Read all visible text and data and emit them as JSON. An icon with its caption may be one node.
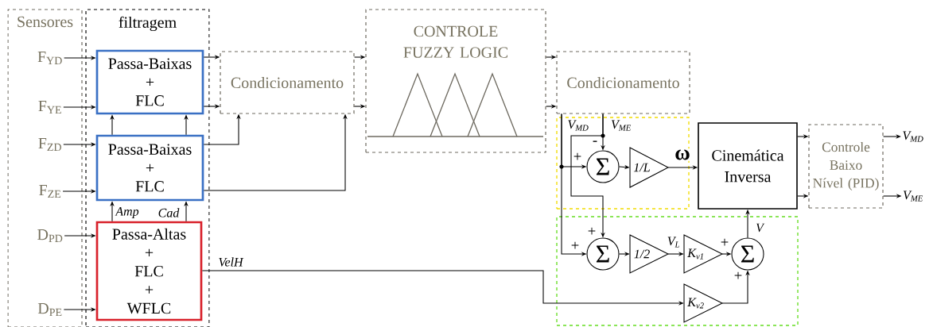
{
  "diagram": {
    "nodes": [
      {
        "text": [
          "Sensores"
        ]
      },
      {
        "text": [
          "filtragem"
        ]
      },
      {
        "text": [
          "F$_{YD}$"
        ],
        "in": 0
      },
      {
        "text": [
          "F$_{YE}$"
        ],
        "in": 0
      },
      {
        "text": [
          "F$_{ZD}$"
        ],
        "in": 0
      },
      {
        "text": [
          "F$_{ZE}$"
        ],
        "in": 0
      },
      {
        "text": [
          "D$_{PD}$"
        ],
        "in": 0
      },
      {
        "text": [
          "D$_{PE}$"
        ],
        "in": 0
      },
      {
        "text": [
          "Passa-Baixas + FLC"
        ],
        "in": 1
      },
      {
        "text": [
          "Passa-Baixas + FLC"
        ],
        "in": 1
      },
      {
        "text": [
          "Passa-Altas + FLC + WFLC"
        ],
        "in": 1
      },
      {
        "text": [
          "Condicionamento"
        ]
      },
      {
        "text": [
          "CONTROLE FUZZY LOGIC"
        ]
      },
      {
        "text": [
          "Condicionamento"
        ]
      },
      {
        "text": [],
        "shape": "box"
      },
      {
        "text": [
          "Σ"
        ],
        "in": 14
      },
      {
        "text": [
          "1/L"
        ],
        "in": 14
      },
      {
        "text": [
          "Cinemática Inversa"
        ]
      },
      {
        "text": [],
        "shape": "box"
      },
      {
        "text": [
          "Σ"
        ],
        "in": 18
      },
      {
        "text": [
          "1/2"
        ],
        "in": 18
      },
      {
        "text": [
          "K$_{v1}$"
        ],
        "in": 18
      },
      {
        "text": [
          "Σ"
        ],
        "in": 18
      },
      {
        "text": [
          "K$_{v2}$"
        ],
        "in": 18
      },
      {
        "text": [
          "Controle Baixo Nível (PID)"
        ]
      },
      {
        "text": [
          "V$_{MD}$"
        ]
      },
      {
        "text": [
          "V$_{ME}$"
        ]
      }
    ],
    "edges": [
      {
        "from": 2,
        "to": 8,
        "arrow": "to"
      },
      {
        "from": 3,
        "to": 8,
        "arrow": "to"
      },
      {
        "from": 4,
        "to": 9,
        "arrow": "to"
      },
      {
        "from": 5,
        "to": 9,
        "arrow": "to"
      },
      {
        "from": 6,
        "to": 10,
        "arrow": "to"
      },
      {
        "from": 7,
        "to": 10,
        "arrow": "to"
      },
      {
        "from": 10,
        "to": 9,
        "arrow": "to",
        "label": "Amp"
      },
      {
        "from": 10,
        "to": 9,
        "arrow": "to",
        "label": "Cad"
      },
      {
        "from": 9,
        "to": 8,
        "arrow": "to"
      },
      {
        "from": 9,
        "to": 8,
        "arrow": "to"
      },
      {
        "from": 8,
        "to": 11,
        "arrow": "to"
      },
      {
        "from": 8,
        "to": 11,
        "arrow": "to"
      },
      {
        "from": 9,
        "to": 11,
        "arrow": "to"
      },
      {
        "from": 9,
        "to": 11,
        "arrow": "to"
      },
      {
        "from": 11,
        "to": 12,
        "arrow": "to"
      },
      {
        "from": 11,
        "to": 12,
        "arrow": "to"
      },
      {
        "from": 12,
        "to": 13,
        "arrow": "to"
      },
      {
        "from": 12,
        "to": 13,
        "arrow": "to"
      },
      {
        "from": 13,
        "to": 15,
        "arrow": "to",
        "label": "V$_{MD}$"
      },
      {
        "from": 13,
        "to": 19,
        "arrow": "to"
      },
      {
        "from": 13,
        "to": 15,
        "arrow": "to",
        "label": "V$_{ME}$"
      },
      {
        "from": 13,
        "to": 19,
        "arrow": "to"
      },
      {
        "from": 15,
        "to": 16,
        "arrow": "to"
      },
      {
        "from": 16,
        "to": 17,
        "arrow": "to",
        "label": "ω"
      },
      {
        "from": 19,
        "to": 20,
        "arrow": "to"
      },
      {
        "from": 20,
        "to": 21,
        "arrow": "to",
        "label": "V$_{L}$"
      },
      {
        "from": 21,
        "to": 22,
        "arrow": "to"
      },
      {
        "from": 23,
        "to": 22,
        "arrow": "to"
      },
      {
        "from": 22,
        "to": 17,
        "arrow": "to",
        "label": "V"
      },
      {
        "from": 10,
        "to": 23,
        "arrow": "to",
        "label": "VelH"
      },
      {
        "from": 17,
        "to": 24,
        "arrow": "to"
      },
      {
        "from": 17,
        "to": 24,
        "arrow": "to"
      },
      {
        "from": 24,
        "to": 25,
        "arrow": "to"
      },
      {
        "from": 24,
        "to": 26,
        "arrow": "to"
      }
    ],
    "labels": [
      "-",
      "+",
      "+",
      "+",
      "+",
      "+"
    ]
  }
}
